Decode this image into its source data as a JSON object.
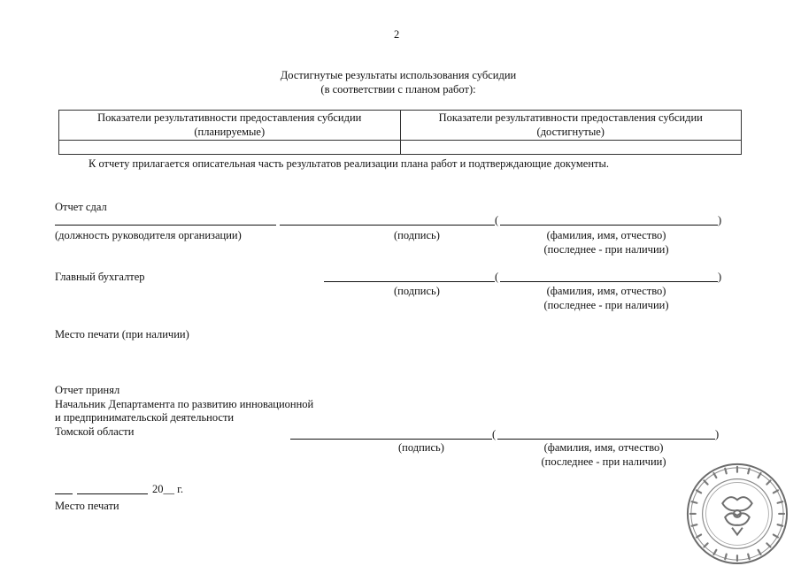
{
  "page_number": "2",
  "heading": {
    "line1": "Достигнутые результаты использования субсидии",
    "line2": "(в соответствии с планом работ):"
  },
  "results_table": {
    "columns": [
      {
        "line1": "Показатели результативности предоставления субсидии",
        "line2": "(планируемые)"
      },
      {
        "line1": "Показатели результативности предоставления субсидии",
        "line2": "(достигнутые)"
      }
    ],
    "rows": [
      [
        "",
        ""
      ]
    ]
  },
  "attachment_note": "К отчету прилагается описательная часть результатов реализации плана работ и подтверждающие документы.",
  "report_submitted": {
    "label": "Отчет сдал",
    "position_caption": "(должность руководителя организации)",
    "signature_caption": "(подпись)",
    "name_caption": "(фамилия, имя, отчество)",
    "name_note": "(последнее - при наличии)"
  },
  "chief_accountant": {
    "label": "Главный бухгалтер",
    "signature_caption": "(подпись)",
    "name_caption": "(фамилия, имя, отчество)",
    "name_note": "(последнее - при наличии)"
  },
  "seal_place_optional": "Место печати (при наличии)",
  "report_accepted": {
    "label": "Отчет принял",
    "position_line1": "Начальник Департамента по развитию инновационной",
    "position_line2": "и предпринимательской деятельности",
    "position_line3": "Томской области",
    "signature_caption": "(подпись)",
    "name_caption": "(фамилия, имя, отчество)",
    "name_note": "(последнее - при наличии)"
  },
  "date_line": {
    "year_text": "20__ г."
  },
  "seal_place": "Место печати",
  "stamp_icon": "official-round-seal"
}
